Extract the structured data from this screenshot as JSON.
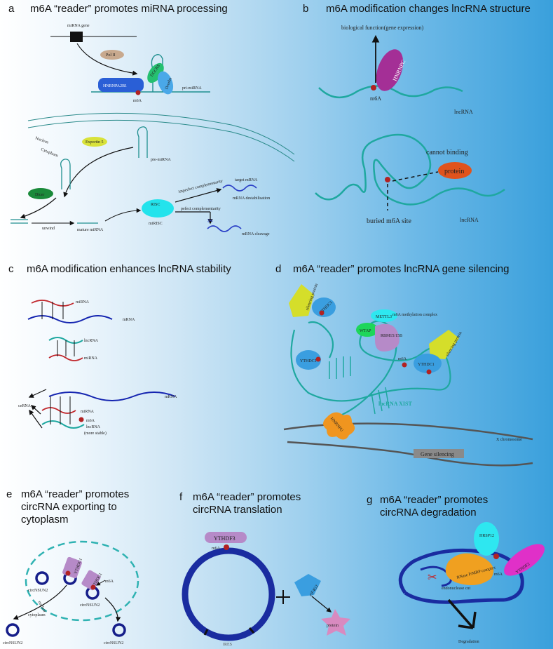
{
  "panels": {
    "a": {
      "letter": "a",
      "title": "m6A “reader” promotes miRNA processing",
      "labels": {
        "mirna_gene": "miRNA gene",
        "pol2": "Pol II",
        "hnrnpa2b1": "HNRNPA2B1",
        "dgcr8": "DGCR8",
        "drosha": "Drosha",
        "m6a": "m6A",
        "pri_mirna": "pri-miRNA",
        "nucleus": "Nucleus",
        "cytoplasm": "Cytoplasm",
        "exportin5": "Exportin 5",
        "pre_mirna": "pre-miRNA",
        "dicer": "Dicer",
        "risc": "RISC",
        "unwind": "unwind",
        "mature_mirna": "mature miRNA",
        "mirisc": "miRISC",
        "imperfect": "imperfect complementarity",
        "target_mrna": "target mRNA",
        "destabilisation": "mRNA destabilisation",
        "perfect": "pefect complementarity",
        "cleavage": "mRNA cleavage"
      }
    },
    "b": {
      "letter": "b",
      "title": "m6A modification changes lncRNA structure",
      "labels": {
        "bio_function": "biological function(gene expression)",
        "hnrnpc": "HNRNPC",
        "m6a": "m6A",
        "lncrna_top": "lncRNA",
        "cannot_binding": "cannot binding",
        "protein": "protein",
        "buried": "buried m6A site",
        "lncrna_bottom": "lncRNA"
      }
    },
    "c": {
      "letter": "c",
      "title": "m6A modification enhances lncRNA stability",
      "labels": {
        "mirna_1": "miRNA",
        "mrna_1": "mRNA",
        "lncrna_1": "lncRNA",
        "mirna_2": "miRNA",
        "cerna": "ceRNA",
        "mrna_2": "mRNA",
        "mirna_3": "miRNA",
        "m6a": "m6A",
        "lncrna_2": "lncRNA",
        "more_stable": "(more stable)"
      }
    },
    "d": {
      "letter": "d",
      "title": "m6A “reader” promotes lncRNA gene silencing",
      "labels": {
        "silencing_1": "silencing protein",
        "ythdc1_1": "YTHDC1",
        "mettl3": "METTL3",
        "methylation_complex": "m6A methylation complex",
        "wtap": "WTAP",
        "rbm15": "RBM15/15B",
        "silencing_2": "silencing protein",
        "ythdc1_2": "YTHDC1",
        "m6a": "m6A",
        "ythdc1_3": "YTHDC1",
        "xist": "lncRNA XIST",
        "hnrnpu": "HNRNPU",
        "x_chromosome": "X chromosome",
        "gene_silencing": "Gene silencing"
      }
    },
    "e": {
      "letter": "e",
      "title_lines": [
        "m6A “reader” promotes",
        "circRNA exporting to",
        "cytoplasm"
      ],
      "labels": {
        "ythdc1_a": "YTHDC1",
        "ythdc1_b": "YTHDC1",
        "m6a": "m6A",
        "circ_1": "circNSUN2",
        "circ_2": "circNSUN2",
        "nuclear": "nuclear",
        "cytoplasm": "cytoplasm",
        "circ_3": "circNSUN2",
        "circ_4": "circNSUN2"
      }
    },
    "f": {
      "letter": "f",
      "title_lines": [
        "m6A “reader” promotes",
        "circRNA translation"
      ],
      "labels": {
        "ythdf3": "YTHDF3",
        "m6a": "m6A",
        "ires": "IRES",
        "eif4g2": "eIF4G2",
        "protein": "protein"
      }
    },
    "g": {
      "letter": "g",
      "title_lines": [
        "m6A “reader” promotes",
        "circRNA degradation"
      ],
      "labels": {
        "hrsp12": "HRSP12",
        "rnase": "RNase P/MRP complex",
        "ythdf2": "YTHDF2",
        "m6a": "m6A",
        "endonuclease": "endonuclease cut",
        "degradation": "Degradation"
      }
    }
  }
}
